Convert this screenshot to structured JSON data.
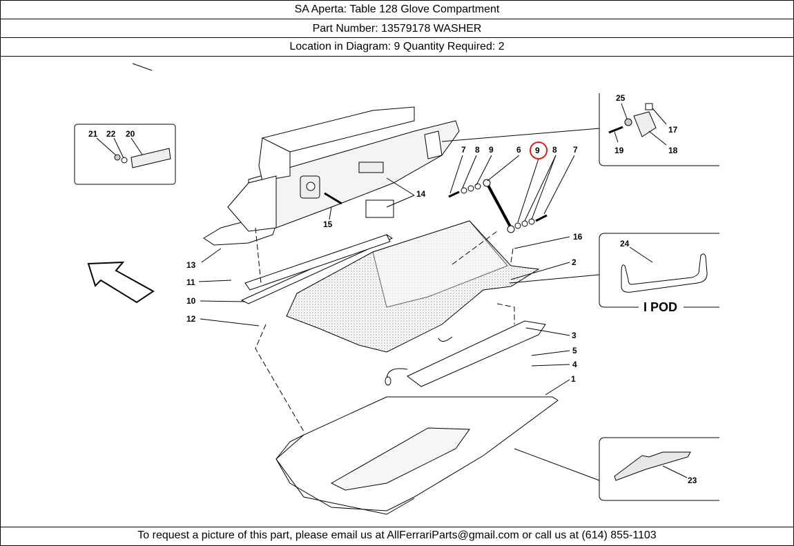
{
  "header": {
    "title": "SA Aperta:   Table 128 Glove Compartment",
    "part_number": "Part Number: 13579178   WASHER",
    "location": "Location in Diagram: 9   Quantity Required: 2"
  },
  "diagram": {
    "callouts": [
      "1",
      "2",
      "3",
      "4",
      "5",
      "6",
      "7",
      "8",
      "9",
      "10",
      "11",
      "12",
      "13",
      "14",
      "15",
      "16",
      "17",
      "18",
      "19",
      "20",
      "21",
      "22",
      "23",
      "24",
      "25"
    ],
    "highlighted_callout": "9",
    "ipod_label": "I POD",
    "highlight_color": "#d42020"
  },
  "footer": {
    "text": "To request a picture of this part, please email us at AllFerrariParts@gmail.com or call us at (614) 855-1103"
  }
}
